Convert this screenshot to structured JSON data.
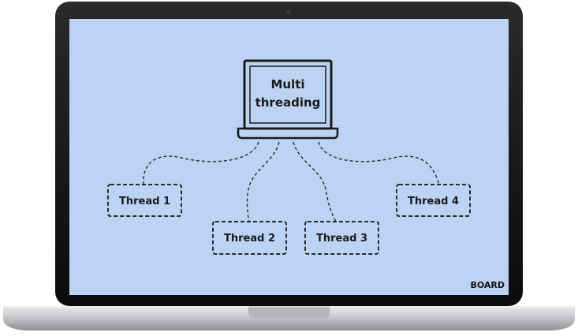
{
  "diagram": {
    "main_node": {
      "line1": "Multi",
      "line2": "threading"
    },
    "threads": [
      {
        "label": "Thread 1"
      },
      {
        "label": "Thread 2"
      },
      {
        "label": "Thread 3"
      },
      {
        "label": "Thread 4"
      }
    ]
  },
  "brand": {
    "logo_text": "BOARD"
  },
  "colors": {
    "screen_background": "#bcd3f3",
    "ink": "#1b1b1b",
    "bezel": "#0d0d0d"
  }
}
